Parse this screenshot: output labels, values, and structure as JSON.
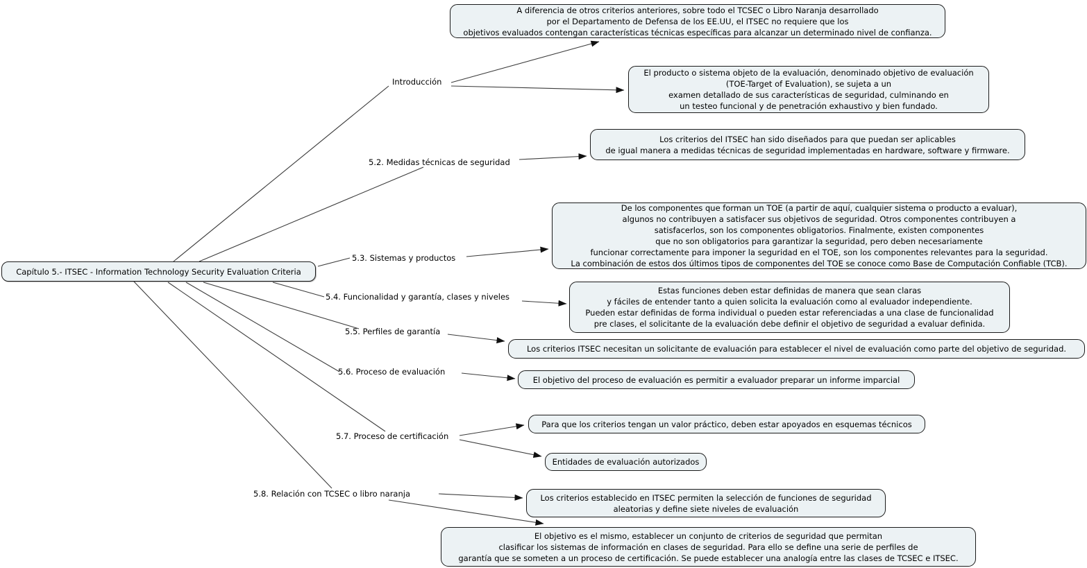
{
  "root": {
    "label": "Capítulo 5.- ITSEC - Information Technology Security Evaluation Criteria"
  },
  "topics": [
    {
      "label": "Introducción"
    },
    {
      "label": "5.2. Medidas técnicas de seguridad"
    },
    {
      "label": "5.3. Sistemas y productos"
    },
    {
      "label": "5.4. Funcionalidad y garantía, clases y niveles"
    },
    {
      "label": "5.5. Perfiles de garantía"
    },
    {
      "label": "5.6. Proceso de evaluación"
    },
    {
      "label": "5.7. Proceso de certificación"
    },
    {
      "label": "5.8. Relación con TCSEC o libro naranja"
    }
  ],
  "notes": [
    {
      "text": "A diferencia de otros criterios anteriores, sobre todo el TCSEC o Libro Naranja desarrollado\npor el Departamento de Defensa de los EE.UU, el ITSEC no requiere que los\nobjetivos evaluados contengan características técnicas específicas para alcanzar un determinado nivel de confianza."
    },
    {
      "text": "El producto o sistema objeto de la evaluación, denominado objetivo de evaluación\n(TOE-Target of Evaluation), se sujeta a un\nexamen detallado de sus características de seguridad, culminando en\nun testeo funcional y de penetración exhaustivo y bien fundado."
    },
    {
      "text": "Los criterios del ITSEC han sido diseñados para que puedan ser aplicables\nde igual manera a medidas técnicas de seguridad implementadas en hardware, software y firmware."
    },
    {
      "text": "De los componentes que forman un TOE (a partir de aquí, cualquier sistema o producto a evaluar),\nalgunos no contribuyen a satisfacer sus objetivos de seguridad. Otros componentes contribuyen a\nsatisfacerlos, son los componentes obligatorios. Finalmente, existen componentes\nque no son obligatorios para garantizar la seguridad, pero deben necesariamente\nfuncionar correctamente para imponer la seguridad en el TOE, son los componentes relevantes para la seguridad.\nLa combinación de estos dos últimos tipos de componentes del TOE se conoce como Base de Computación Confiable (TCB)."
    },
    {
      "text": "Estas funciones deben estar definidas de manera que sean claras\ny fáciles de entender tanto a quien solicita la evaluación como al evaluador independiente.\nPueden estar definidas de forma individual o pueden estar referenciadas a una clase de funcionalidad\npre clases, el solicitante de la evaluación debe definir el objetivo de seguridad a evaluar definida."
    },
    {
      "text": "Los criterios ITSEC necesitan un solicitante de evaluación para establecer el nivel de evaluación como parte del objetivo de seguridad."
    },
    {
      "text": "El objetivo del proceso de evaluación es permitir a evaluador preparar un informe imparcial"
    },
    {
      "text": "Para que los criterios tengan un valor práctico, deben estar apoyados en esquemas técnicos"
    },
    {
      "text": "Entidades de evaluación autorizados"
    },
    {
      "text": "Los criterios establecido en ITSEC permiten la selección de funciones de seguridad\naleatorias y define siete niveles de evaluación"
    },
    {
      "text": "El objetivo es el mismo, establecer un conjunto de criterios de seguridad que permitan\nclasificar los sistemas de información en clases de seguridad. Para ello se define una serie de perfiles de\ngarantía que se someten a un proceso de certificación. Se puede establecer una analogía entre las clases de TCSEC e ITSEC."
    }
  ],
  "colors": {
    "node_fill": "#ecf2f4",
    "node_border": "#1a1a1a",
    "connector": "#3c3c3c",
    "arrowhead": "#111111",
    "background": "#ffffff",
    "text": "#000000"
  }
}
